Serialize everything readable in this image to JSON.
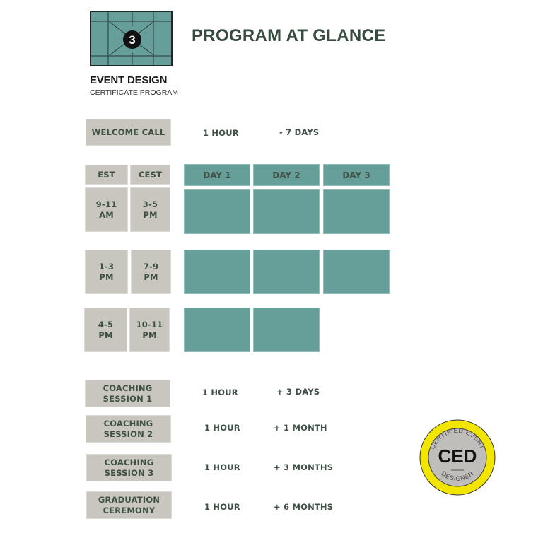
{
  "header": {
    "title": "PROGRAM AT GLANCE",
    "logo": {
      "number": "3",
      "name": "EVENT DESIGN",
      "subtitle": "CERTIFICATE PROGRAM",
      "icon": "event-design-logo-icon"
    }
  },
  "welcome_call": {
    "label": "WELCOME CALL",
    "duration": "1 HOUR",
    "offset": "- 7 DAYS"
  },
  "schedule": {
    "timezones": [
      "EST",
      "CEST"
    ],
    "days": [
      "DAY 1",
      "DAY 2",
      "DAY 3"
    ],
    "slots": [
      {
        "est": "9-11 AM",
        "est_l1": "9-11",
        "est_l2": "AM",
        "cest_l1": "3-5",
        "cest_l2": "PM",
        "days_active": 3
      },
      {
        "est": "1-3 PM",
        "est_l1": "1-3",
        "est_l2": "PM",
        "cest_l1": "7-9",
        "cest_l2": "PM",
        "days_active": 3
      },
      {
        "est": "4-5 PM",
        "est_l1": "4-5",
        "est_l2": "PM",
        "cest_l1": "10-11",
        "cest_l2": "PM",
        "days_active": 2
      }
    ]
  },
  "sessions": [
    {
      "line1": "COACHING",
      "line2": "SESSION 1",
      "duration": "1 HOUR",
      "offset": "+ 3 DAYS"
    },
    {
      "line1": "COACHING",
      "line2": "SESSION 2",
      "duration": "1 HOUR",
      "offset": "+ 1 MONTH"
    },
    {
      "line1": "COACHING",
      "line2": "SESSION 3",
      "duration": "1 HOUR",
      "offset": "+ 3 MONTHS"
    },
    {
      "line1": "GRADUATION",
      "line2": "CEREMONY",
      "duration": "1 HOUR",
      "offset": "+ 6 MONTHS"
    }
  ],
  "badge": {
    "top_text": "CERTIFIED EVENT",
    "center_text": "CED",
    "bottom_text": "DESIGNER",
    "ring_color": "#f2e600",
    "inner_color": "#c0bebb"
  },
  "colors": {
    "teal": "#669e99",
    "grey": "#c8c6be",
    "text": "#3f5145"
  }
}
